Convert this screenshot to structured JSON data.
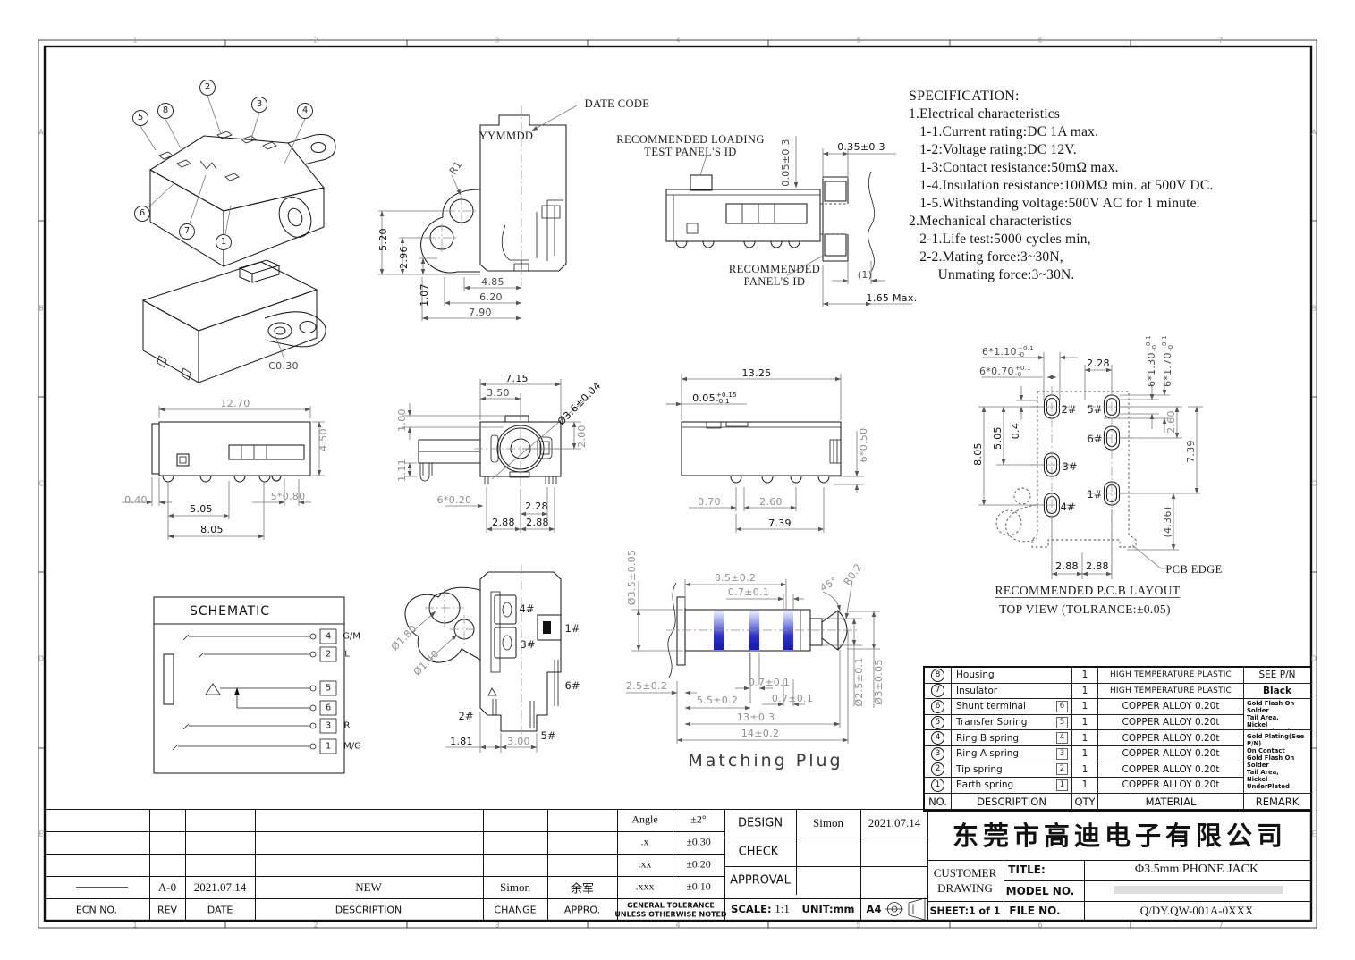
{
  "zones": {
    "cols": [
      "1",
      "2",
      "3",
      "4",
      "5",
      "6",
      "7"
    ],
    "rows": [
      "A",
      "B",
      "C",
      "D",
      "E"
    ]
  },
  "spec": {
    "title": "SPECIFICATION:",
    "lines": [
      "1.Electrical characteristics",
      "   1-1.Current rating:DC 1A max.",
      "   1-2:Voltage rating:DC 12V.",
      "   1-3:Contact resistance:50mΩ max.",
      "   1-4.Insulation resistance:100MΩ min. at 500V DC.",
      "   1-5.Withstanding voltage:500V AC for 1 minute.",
      "2.Mechanical characteristics",
      "   2-1.Life test:5000 cycles min,",
      "   2-2.Mating force:3~30N,",
      "        Unmating force:3~30N."
    ]
  },
  "iso": {
    "balloons": [
      "2",
      "8",
      "5",
      "3",
      "4",
      "6",
      "7",
      "1"
    ],
    "chamfer": "C0.30"
  },
  "sch": {
    "title": "SCHEMATIC",
    "pins": [
      {
        "n": "4",
        "label": "G/M"
      },
      {
        "n": "2",
        "label": "L"
      },
      {
        "n": "5",
        "label": ""
      },
      {
        "n": "6",
        "label": ""
      },
      {
        "n": "3",
        "label": "R"
      },
      {
        "n": "1",
        "label": "M/G"
      }
    ]
  },
  "v": {
    "side": {
      "date_code": "DATE CODE",
      "yymmdd": "YYMMDD",
      "r1": "R1",
      "h1": "5.20",
      "h2": "2.96",
      "h3": "1.07",
      "w1": "4.85",
      "w2": "6.20",
      "w3": "7.90"
    },
    "front": {
      "w": "12.70",
      "h": "4.50",
      "a": "0.40",
      "b": "5.05",
      "c": "5*0.80",
      "d": "8.05"
    },
    "end": {
      "w": "7.15",
      "a": "3.50",
      "dia": "Ø3.6±0.04",
      "t1": "1.00",
      "t2": "2.00",
      "t3": "1.11",
      "legs": "6*0.20",
      "p1": "2.28",
      "p2": "2.88",
      "p3": "2.88"
    },
    "rside": {
      "w": "13.25",
      "tol_b": "0.05",
      "tol_s": "+0.15",
      "tol_i": "-0.1",
      "legs": "6*0.50",
      "a": "0.70",
      "b": "2.60",
      "c": "7.39"
    },
    "load": {
      "t1": "RECOMMENDED LOADING",
      "t2": "TEST PANEL'S ID",
      "g": "0.05±0.3",
      "p": "0.35±0.3",
      "b1": "RECOMMENDED",
      "b2": "PANEL'S ID",
      "one": "(1)",
      "max": "1.65 Max."
    },
    "pcb": {
      "t110b": "6*1.10",
      "t110s": "+0.1",
      "t110i": "-0",
      "t070b": "6*0.70",
      "t070s": "+0.1",
      "t070i": "-0",
      "a": "2.28",
      "t130b": "6*1.30",
      "t130s": "+0.1",
      "t130i": "-0",
      "t170b": "6*1.70",
      "t170s": "+0.1",
      "t170i": "-0",
      "b": "2.60",
      "c": "7.39",
      "d": "8.05",
      "e": "5.05",
      "f": "0.4",
      "g": "(4.36)",
      "h1": "2.88",
      "h2": "2.88",
      "edge": "PCB EDGE",
      "cap1": "RECOMMENDED P.C.B LAYOUT",
      "cap2": "TOP VIEW (TOLRANCE:±0.05)",
      "pins": [
        "2#",
        "5#",
        "6#",
        "3#",
        "1#",
        "4#"
      ]
    },
    "bot": {
      "pins": [
        "4#",
        "3#",
        "1#",
        "6#",
        "2#",
        "5#"
      ],
      "d1": "Ø1.80",
      "d2": "Ø1.40",
      "a": "1.81",
      "b": "3.00"
    },
    "plug": {
      "dia": "Ø3.5±0.05",
      "l1": "8.5±0.2",
      "b1": "0.7±0.1",
      "ang": "45°",
      "r": "R0.2",
      "a": "2.5±0.2",
      "b2": "0.7±0.1",
      "l2": "5.5±0.2",
      "b3": "0.7±0.1",
      "l3": "13±0.3",
      "l4": "14±0.2",
      "d2": "Ø2.5±0.1",
      "d3": "Ø3±0.05",
      "cap": "Matching Plug"
    }
  },
  "bom": {
    "h": {
      "no": "NO.",
      "desc": "DESCRIPTION",
      "qty": "QTY",
      "mat": "MATERIAL",
      "rem": "REMARK"
    },
    "rows": [
      {
        "no": "8",
        "desc": "Housing",
        "tag": "",
        "qty": "1",
        "mat": "HIGH TEMPERATURE PLASTIC",
        "rem": "SEE P/N"
      },
      {
        "no": "7",
        "desc": "Insulator",
        "tag": "",
        "qty": "1",
        "mat": "HIGH TEMPERATURE PLASTIC",
        "rem": "Black"
      },
      {
        "no": "6",
        "desc": "Shunt terminal",
        "tag": "6",
        "qty": "1",
        "mat": "COPPER ALLOY  0.20t"
      },
      {
        "no": "5",
        "desc": "Transfer Spring",
        "tag": "5",
        "qty": "1",
        "mat": "COPPER ALLOY  0.20t"
      },
      {
        "no": "4",
        "desc": "Ring B spring",
        "tag": "4",
        "qty": "1",
        "mat": "COPPER ALLOY  0.20t"
      },
      {
        "no": "3",
        "desc": "Ring A spring",
        "tag": "3",
        "qty": "1",
        "mat": "COPPER ALLOY  0.20t"
      },
      {
        "no": "2",
        "desc": "Tip spring",
        "tag": "2",
        "qty": "1",
        "mat": "COPPER ALLOY  0.20t"
      },
      {
        "no": "1",
        "desc": "Earth spring",
        "tag": "1",
        "qty": "1",
        "mat": "COPPER ALLOY  0.20t"
      }
    ],
    "rem_a": "G/F On Contact\nGold Flash On Solder\nTail Area,\nNickel UnderPlated",
    "rem_b": "Gold Plating(See P/N)\n On Contact\nGold Flash On Solder\nTail Area,\nNickel UnderPlated"
  },
  "rev": {
    "h": [
      "ECN NO.",
      "REV",
      "DATE",
      "DESCRIPTION",
      "CHANGE",
      "APPRO."
    ],
    "row": {
      "rev": "A-0",
      "date": "2021.07.14",
      "desc": "NEW",
      "change": "Simon",
      "appro": "余军"
    }
  },
  "tol": {
    "rows": [
      {
        "k": "Angle",
        "v": "±2°"
      },
      {
        "k": ".x",
        "v": "±0.30"
      },
      {
        "k": ".xx",
        "v": "±0.20"
      },
      {
        "k": ".xxx",
        "v": "±0.10"
      }
    ],
    "n1": "GENERAL TOLERANCE",
    "n2": "UNLESS OTHERWISE NOTED"
  },
  "sign": {
    "design": "DESIGN",
    "check": "CHECK",
    "approval": "APPROVAL",
    "name": "Simon",
    "date": "2021.07.14",
    "scale_l": "SCALE:",
    "scale": "1:1",
    "unit": "UNIT:mm",
    "paper": "A4"
  },
  "co": {
    "name": "东莞市高迪电子有限公司",
    "c1": "CUSTOMER",
    "c2": "DRAWING",
    "sheet": "SHEET:1 of 1",
    "title_l": "TITLE:",
    "title": "Φ3.5mm PHONE JACK",
    "model_l": "MODEL NO.",
    "file_l": "FILE NO.",
    "file": "Q/DY.QW-001A-0XXX"
  }
}
